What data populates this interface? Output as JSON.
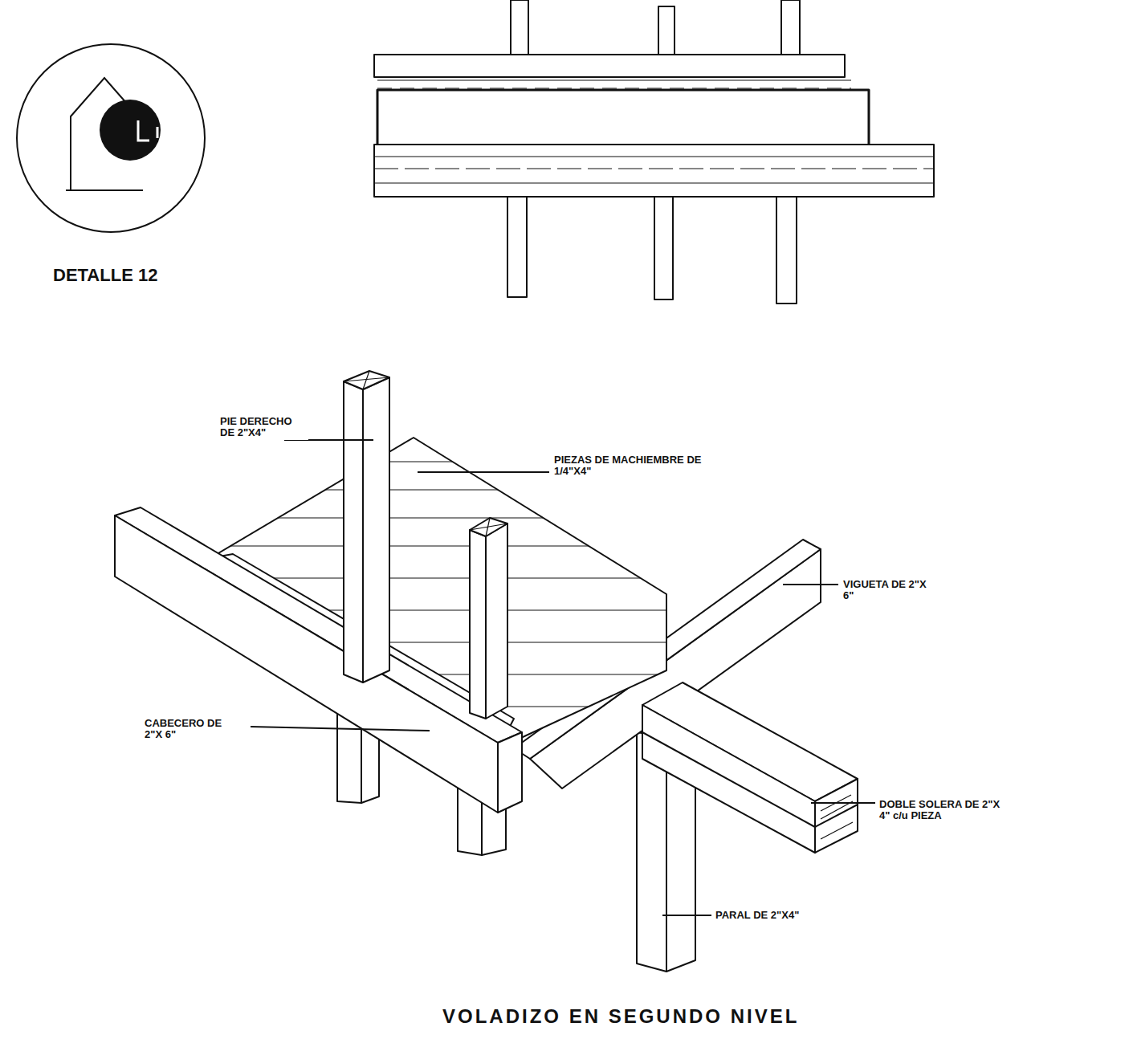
{
  "diagram": {
    "title": "VOLADIZO EN SEGUNDO NIVEL",
    "labels": [
      "DETALLE 12",
      "PIE DERECHO DE 2\"X4\"",
      "PIEZAS DE MACHIEMBRE DE 1/4\"X4\"",
      "VIGUETA DE 2\"X 6\"",
      "CABECERO DE 2\"X 6\"",
      "DOBLE SOLERA DE 2\"X 4\" c/u PIEZA",
      "PARAL DE 2\"X4\""
    ]
  }
}
